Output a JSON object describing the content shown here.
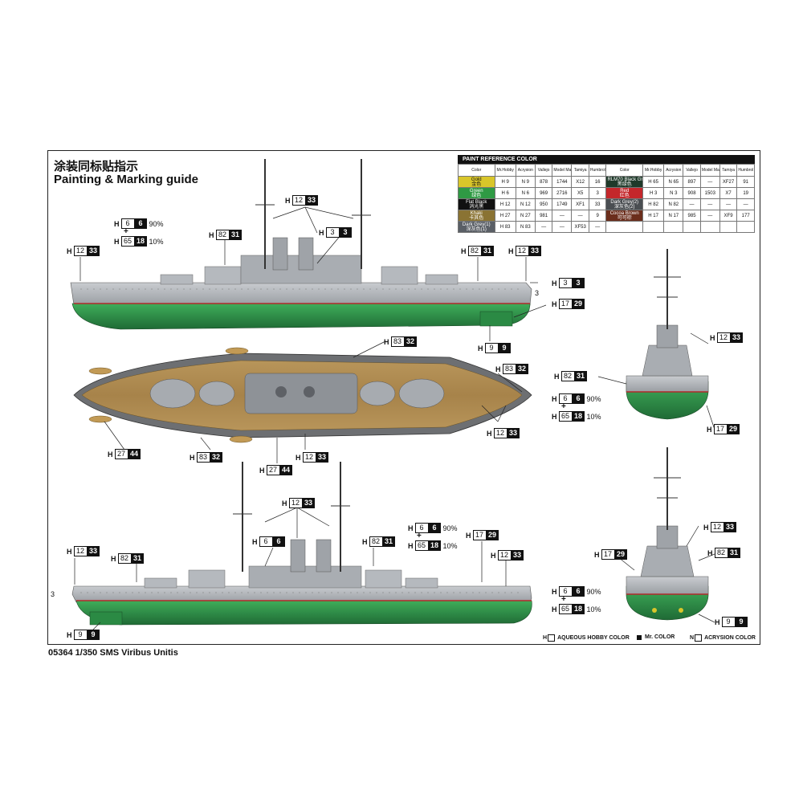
{
  "title_cn": "涂装同标贴指示",
  "title_en": "Painting & Marking guide",
  "caption": "05364 1/350 SMS Viribus Unitis",
  "paint_table": {
    "title": "PAINT REFERENCE COLOR",
    "headers": [
      "Color",
      "Mr.Hobby",
      "Acrysion",
      "Vallejo",
      "Model Master",
      "Tamiya",
      "Humbrol"
    ],
    "left_rows": [
      {
        "label": "Gold",
        "sub": "金色",
        "color": "#d9c62a",
        "h": "H 9",
        "n": "N 9",
        "vallejo": "878",
        "mm": "1744",
        "tamiya": "X12",
        "humbrol": "16"
      },
      {
        "label": "Green",
        "sub": "绿色",
        "color": "#2f9a44",
        "h": "H 6",
        "n": "N 6",
        "vallejo": "969",
        "mm": "2716",
        "tamiya": "X5",
        "humbrol": "3"
      },
      {
        "label": "Flat Black",
        "sub": "消光黑",
        "color": "#111111",
        "h": "H 12",
        "n": "N 12",
        "vallejo": "950",
        "mm": "1749",
        "tamiya": "XF1",
        "humbrol": "33"
      },
      {
        "label": "Khaki",
        "sub": "卡其色",
        "color": "#8a7333",
        "h": "H 27",
        "n": "N 27",
        "vallejo": "981",
        "mm": "—",
        "tamiya": "—",
        "humbrol": "9"
      },
      {
        "label": "Dark Grey(1)",
        "sub": "深灰色(1)",
        "color": "#5a5f66",
        "h": "H 83",
        "n": "N 83",
        "vallejo": "—",
        "mm": "—",
        "tamiya": "XF53",
        "humbrol": "—"
      }
    ],
    "right_rows": [
      {
        "label": "RLM70 Black Green",
        "sub": "黑绿色",
        "color": "#1f3a2a",
        "h": "H 65",
        "n": "N 65",
        "vallejo": "897",
        "mm": "—",
        "tamiya": "XF27",
        "humbrol": "91"
      },
      {
        "label": "Red",
        "sub": "红色",
        "color": "#c4272b",
        "h": "H 3",
        "n": "N 3",
        "vallejo": "908",
        "mm": "1503",
        "tamiya": "X7",
        "humbrol": "19"
      },
      {
        "label": "Dark Grey(2)",
        "sub": "深灰色(2)",
        "color": "#4a4e52",
        "h": "H 82",
        "n": "N 82",
        "vallejo": "—",
        "mm": "—",
        "tamiya": "—",
        "humbrol": "—"
      },
      {
        "label": "Cocoa Brown",
        "sub": "可可棕",
        "color": "#6b2e1c",
        "h": "H 17",
        "n": "N 17",
        "vallejo": "985",
        "mm": "—",
        "tamiya": "XF9",
        "humbrol": "177"
      },
      {
        "label": "",
        "sub": "",
        "color": "#ffffff",
        "h": "",
        "n": "",
        "vallejo": "",
        "mm": "",
        "tamiya": "",
        "humbrol": ""
      }
    ]
  },
  "callouts": {
    "h12": {
      "p": "H",
      "a": "12",
      "b": "33"
    },
    "h6": {
      "p": "H",
      "a": "6",
      "b": "6",
      "pct": "90%"
    },
    "h65": {
      "p": "H",
      "a": "65",
      "b": "18",
      "pct": "10%"
    },
    "h82": {
      "p": "H",
      "a": "82",
      "b": "31"
    },
    "h3": {
      "p": "H",
      "a": "3",
      "b": "3"
    },
    "h17": {
      "p": "H",
      "a": "17",
      "b": "29"
    },
    "h9": {
      "p": "H",
      "a": "9",
      "b": "9"
    },
    "h83": {
      "p": "H",
      "a": "83",
      "b": "32"
    },
    "h27": {
      "p": "H",
      "a": "27",
      "b": "44"
    },
    "h6b": {
      "p": "H",
      "a": "6",
      "b": "6"
    }
  },
  "hull_label_3": "3",
  "plus": "+",
  "legend": {
    "aqueous": "AQUEOUS HOBBY COLOR",
    "aqueous_prefix": "H",
    "mr": "Mr. COLOR",
    "acrysion": "ACRYSION COLOR",
    "acrysion_prefix": "N"
  }
}
